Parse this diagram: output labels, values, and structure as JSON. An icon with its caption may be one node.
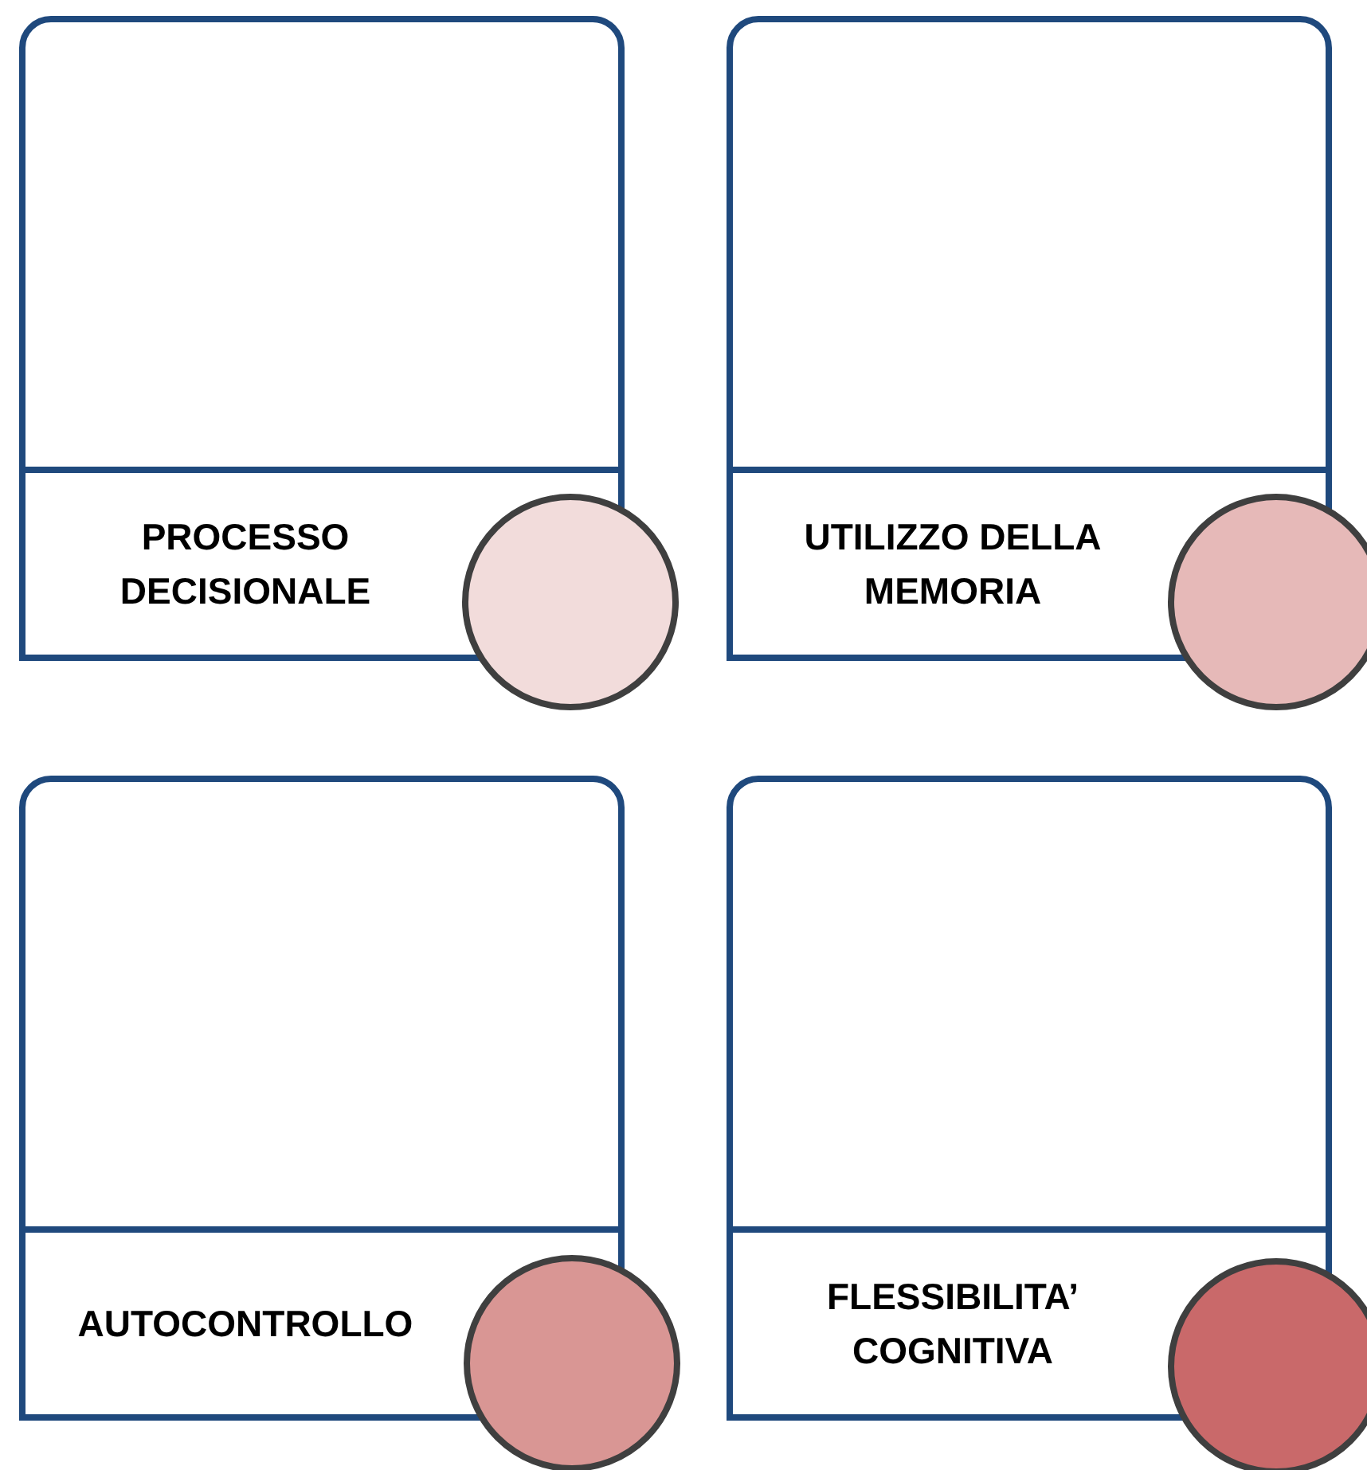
{
  "diagram": {
    "nodes": [
      {
        "text": [
          "PROCESSO DECISIONALE"
        ]
      },
      {
        "text": [],
        "shape": "circle"
      },
      {
        "text": [
          "UTILIZZO DELLA MEMORIA"
        ]
      },
      {
        "text": [],
        "shape": "circle"
      },
      {
        "text": [
          "AUTOCONTROLLO"
        ]
      },
      {
        "text": [],
        "shape": "circle"
      },
      {
        "text": [
          "FLESSIBILITA’ COGNITIVA"
        ]
      },
      {
        "text": [],
        "shape": "circle"
      }
    ]
  }
}
